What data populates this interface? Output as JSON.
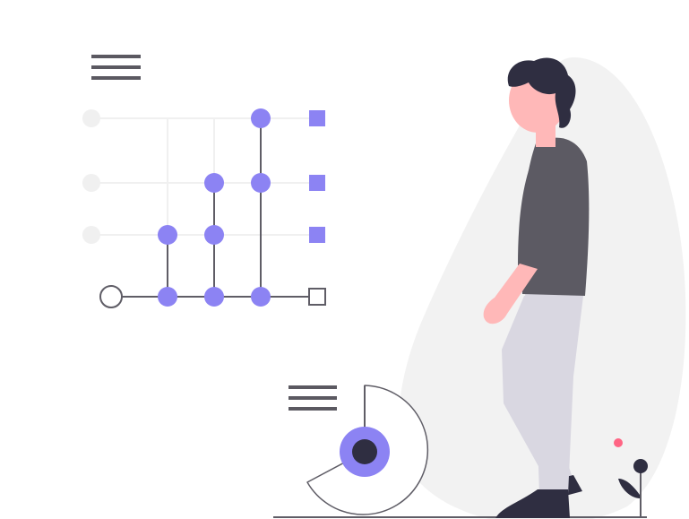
{
  "colors": {
    "accent": "#8c83f3",
    "dark": "#5b5961",
    "line": "#5f5d66",
    "faint": "#f0f0f0",
    "blob": "#f2f2f2",
    "skin": "#ffb8b8",
    "hair": "#2f2e41",
    "shirt": "#5c5a63",
    "pants": "#d9d7e1",
    "shoe": "#2f2e41",
    "flower": "#ff6584",
    "white": "#ffffff"
  },
  "icons": {
    "menu_top": "hamburger-menu-icon",
    "menu_bottom": "hamburger-menu-icon",
    "circuit": "quantum-circuit-diagram",
    "donut": "segmented-donut-chart",
    "person": "person-illustration",
    "plant": "plant-icon"
  }
}
